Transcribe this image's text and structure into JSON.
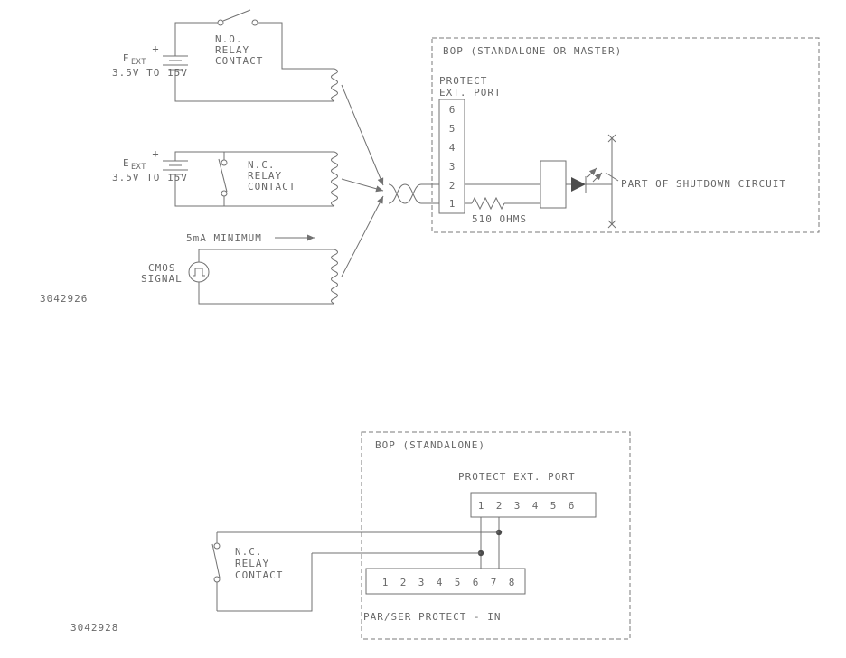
{
  "colors": {
    "line": "#717171",
    "text": "#686868",
    "background": "#ffffff"
  },
  "fig1": {
    "figure_number": "3042926",
    "box_title": "BOP (STANDALONE OR MASTER)",
    "port_label_line1": "PROTECT",
    "port_label_line2": "EXT. PORT",
    "pins": [
      "6",
      "5",
      "4",
      "3",
      "2",
      "1"
    ],
    "resistor_label": "510 OHMS",
    "shutdown_label": "PART OF SHUTDOWN CIRCUIT",
    "no_relay": {
      "line1": "N.O.",
      "line2": "RELAY",
      "line3": "CONTACT"
    },
    "nc_relay": {
      "line1": "N.C.",
      "line2": "RELAY",
      "line3": "CONTACT"
    },
    "battery1": {
      "plus": "+",
      "name": "E",
      "sub": "EXT",
      "range": "3.5V TO 15V"
    },
    "battery2": {
      "plus": "+",
      "name": "E",
      "sub": "EXT",
      "range": "3.5V TO 15V"
    },
    "cmos": {
      "line1": "CMOS",
      "line2": "SIGNAL",
      "current_label": "5mA MINIMUM"
    }
  },
  "fig2": {
    "figure_number": "3042928",
    "box_title": "BOP (STANDALONE)",
    "port_label": "PROTECT EXT. PORT",
    "pins6": [
      "1",
      "2",
      "3",
      "4",
      "5",
      "6"
    ],
    "pins8": [
      "1",
      "2",
      "3",
      "4",
      "5",
      "6",
      "7",
      "8"
    ],
    "bottom_label": "PAR/SER PROTECT - IN",
    "nc_relay": {
      "line1": "N.C.",
      "line2": "RELAY",
      "line3": "CONTACT"
    }
  }
}
